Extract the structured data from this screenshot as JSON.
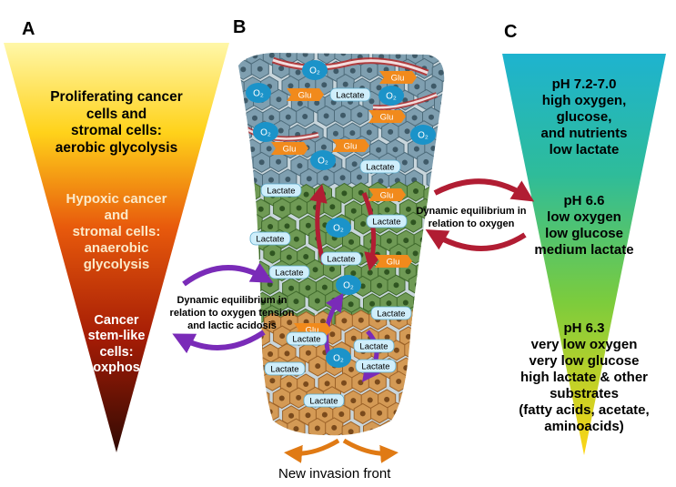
{
  "panels": {
    "a": "A",
    "b": "B",
    "c": "C"
  },
  "panel_a": {
    "top_lines": [
      "Proliferating cancer",
      "cells and",
      "stromal cells:",
      "aerobic glycolysis"
    ],
    "middle_lines": [
      "Hypoxic cancer",
      "and",
      "stromal cells:",
      "anaerobic",
      "glycolysis"
    ],
    "bottom_lines": [
      "Cancer",
      "stem-like",
      "cells:",
      "oxphos"
    ]
  },
  "equilibrium_left": [
    "Dynamic equilibrium in",
    "relation to oxygen tension",
    "and lactic acidosis"
  ],
  "equilibrium_right": [
    "Dynamic equilibrium in",
    "relation to oxygen"
  ],
  "panel_c": {
    "top_lines": [
      "pH 7.2-7.0",
      "high oxygen,",
      "glucose,",
      "and nutrients",
      "low lactate"
    ],
    "middle_lines": [
      "pH 6.6",
      "low oxygen",
      "low glucose",
      "medium lactate"
    ],
    "bottom_lines": [
      "pH 6.3",
      "very low oxygen",
      "very low glucose",
      "high lactate & other",
      "substrates",
      "(fatty acids, acetate,",
      "aminoacids)"
    ]
  },
  "tissue_labels": {
    "oxygen": "O₂",
    "glucose": "Glu",
    "lactate": "Lactate"
  },
  "invasion_front": "New invasion front",
  "colors": {
    "triangle_a": [
      "#fff7a8",
      "#ffd21a",
      "#e85a0c",
      "#a51c05",
      "#300a04"
    ],
    "triangle_c": [
      "#1eb3cf",
      "#2ebc9a",
      "#7ccc3c",
      "#ffd515"
    ],
    "oxygen": "#1b93c9",
    "glucose": "#f18a1c",
    "lactate": "#cfeefb",
    "purple_arrow": "#7a2bb8",
    "red_arrow": "#b11d33"
  }
}
